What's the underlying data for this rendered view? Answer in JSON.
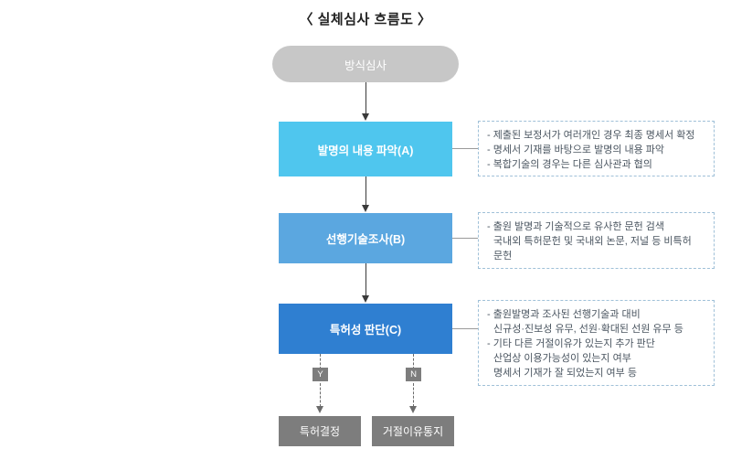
{
  "title": "〈 실체심사 흐름도 〉",
  "nodes": {
    "start": "방식심사",
    "a": "발명의 내용 파악(A)",
    "b": "선행기술조사(B)",
    "c": "특허성 판단(C)",
    "grant": "특허결정",
    "reject": "거절이유통지"
  },
  "branch_labels": {
    "yes": "Y",
    "no": "N"
  },
  "notes": [
    {
      "id": "note-a",
      "lines": [
        "- 제출된 보정서가 여러개인 경우 최종 명세서 확정",
        "- 명세서 기재를 바탕으로 발명의 내용 파악",
        "- 복합기술의 경우는 다른 심사관과 협의"
      ]
    },
    {
      "id": "note-b",
      "lines": [
        "- 출원 발명과 기술적으로 유사한 문헌 검색",
        "국내외 특허문헌 및 국내외 논문, 저널 등 비특허",
        "문헌"
      ]
    },
    {
      "id": "note-c",
      "lines": [
        "- 출원발명과 조사된 선행기술과 대비",
        "신규성·진보성 유무, 선원·확대된 선원 유무 등",
        "- 기타 다른 거절이유가 있는지 추가 판단",
        "산업상 이용가능성이 있는지 여부",
        "명세서 기재가 잘 되었는지 여부 등"
      ]
    }
  ],
  "colors": {
    "node_a": "#4fc6ee",
    "node_b": "#5ba7e0",
    "node_c": "#2f7fd1",
    "node_start": "#c7c7c7",
    "node_terminal": "#7d7d7d",
    "note_border": "#9fc0d8",
    "note_text": "#4a5560",
    "title_text": "#222222"
  }
}
